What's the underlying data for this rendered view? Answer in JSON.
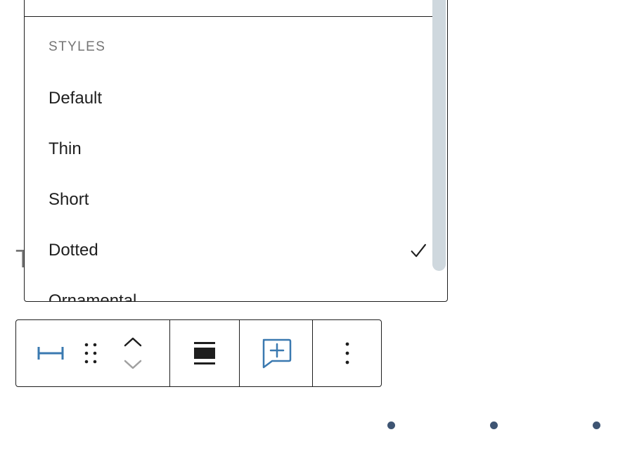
{
  "background": {
    "partial_text": "T"
  },
  "styles_menu": {
    "heading": "Styles",
    "items": [
      {
        "label": "Default",
        "selected": false
      },
      {
        "label": "Thin",
        "selected": false
      },
      {
        "label": "Short",
        "selected": false
      },
      {
        "label": "Dotted",
        "selected": true
      },
      {
        "label": "Ornamental",
        "selected": false
      }
    ]
  },
  "toolbar": {
    "buttons": [
      {
        "icon": "separator-block-icon"
      },
      {
        "icon": "drag-handle-icon"
      },
      {
        "icon": "chevron-up-icon"
      },
      {
        "icon": "chevron-down-icon"
      },
      {
        "icon": "align-wide-icon"
      },
      {
        "icon": "add-comment-icon"
      },
      {
        "icon": "more-vertical-icon"
      }
    ]
  },
  "colors": {
    "accent": "#3a79b0",
    "border": "#1e1e1e",
    "muted_text": "#757575",
    "scrollbar": "#cfd8de",
    "dots": "#3e5573"
  }
}
